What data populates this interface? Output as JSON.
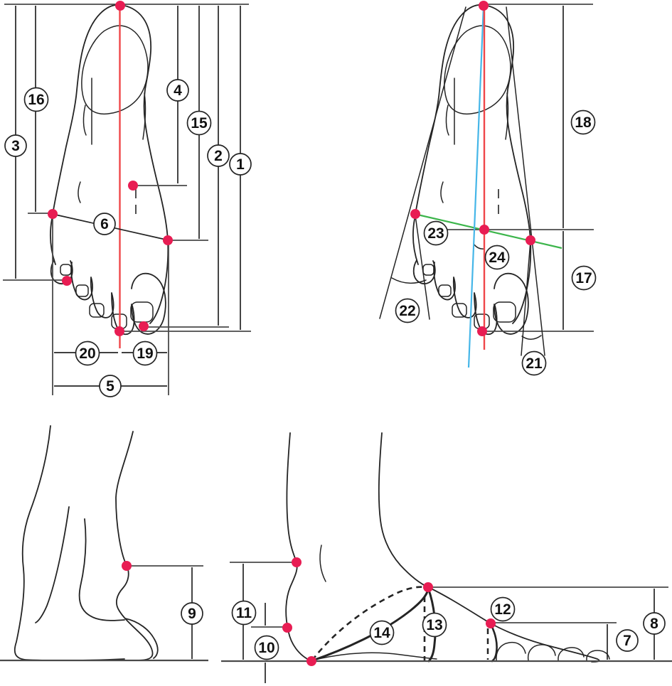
{
  "figures": {
    "dorsal_lengths": {
      "m1": "1",
      "m2": "2",
      "m3": "3",
      "m4": "4",
      "m5": "5",
      "m6": "6",
      "m15": "15",
      "m16": "16",
      "m19": "19",
      "m20": "20"
    },
    "dorsal_axes": {
      "m17": "17",
      "m18": "18",
      "m21": "21",
      "m22": "22",
      "m23": "23",
      "m24": "24"
    },
    "rear_view": {
      "m9": "9"
    },
    "lateral_view": {
      "m7": "7",
      "m8": "8",
      "m10": "10",
      "m11": "11",
      "m12": "12",
      "m13": "13",
      "m14": "14"
    }
  },
  "colors": {
    "landmark_dot": "#e81d53",
    "axis_red": "#ef4649",
    "axis_blue": "#45b6e8",
    "ball_line_green": "#3cb54b",
    "outline_black": "#242424",
    "reference_gray": "#4a4a4a",
    "background": "#ffffff"
  }
}
